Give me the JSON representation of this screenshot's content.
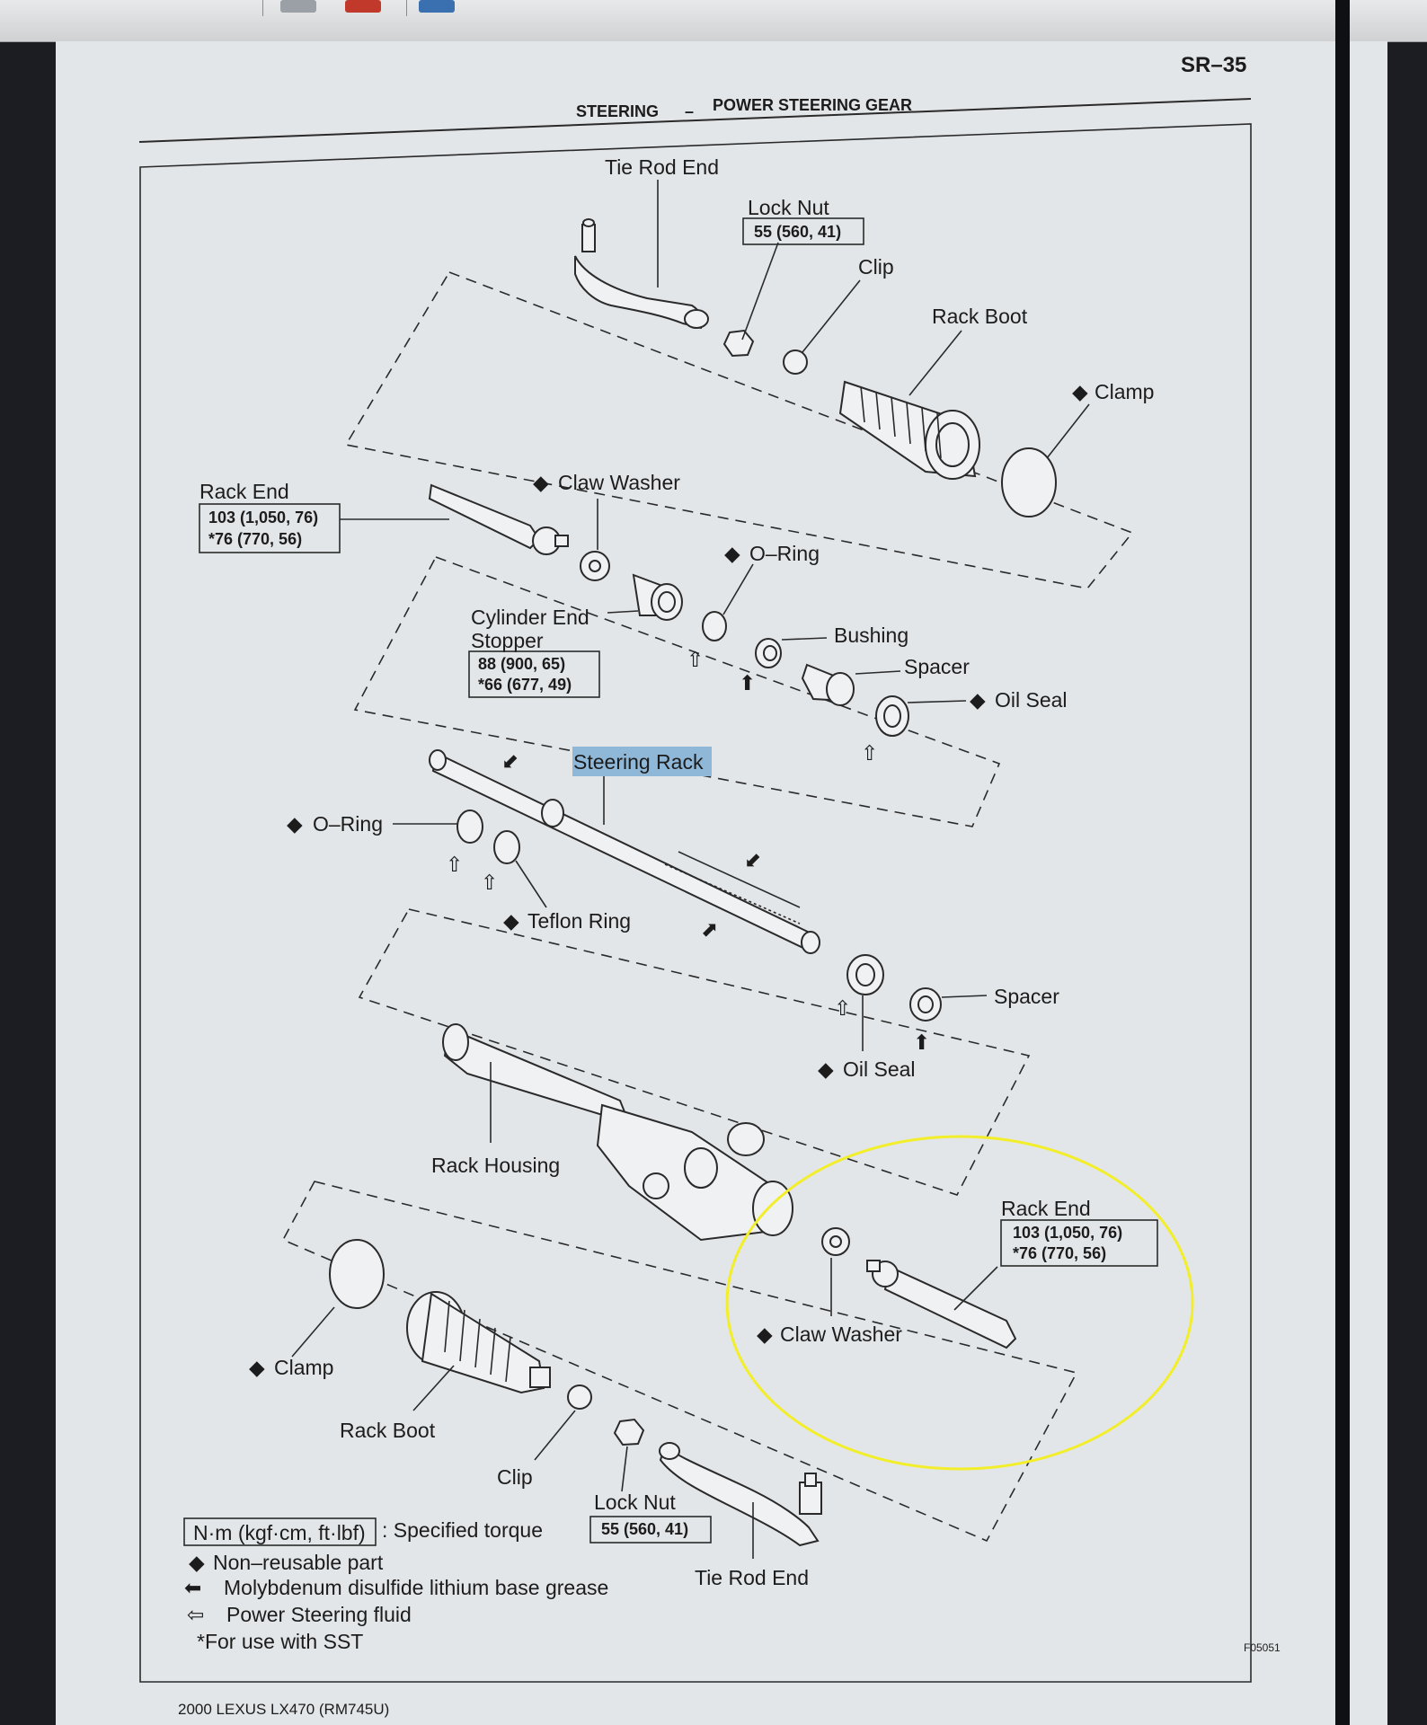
{
  "page": {
    "number": "SR–35",
    "section": "STEERING",
    "subsection": "POWER STEERING GEAR",
    "footer": "2000 LEXUS LX470   (RM745U)",
    "figure_code": "F05051"
  },
  "labels": {
    "tie_rod_end_top": "Tie Rod End",
    "lock_nut_top": "Lock Nut",
    "lock_nut_top_torque": "55 (560, 41)",
    "clip_top": "Clip",
    "rack_boot_top": "Rack Boot",
    "clamp_top": "Clamp",
    "rack_end_left": "Rack End",
    "rack_end_left_torque1": "103 (1,050, 76)",
    "rack_end_left_torque2": "*76 (770, 56)",
    "claw_washer_top": "Claw Washer",
    "o_ring_top": "O–Ring",
    "cylinder_end_stopper_1": "Cylinder End",
    "cylinder_end_stopper_2": "Stopper",
    "cylinder_end_torque1": "88 (900, 65)",
    "cylinder_end_torque2": "*66 (677, 49)",
    "bushing": "Bushing",
    "spacer_top": "Spacer",
    "oil_seal_top": "Oil Seal",
    "steering_rack": "Steering Rack",
    "o_ring_left": "O–Ring",
    "teflon_ring": "Teflon Ring",
    "spacer_mid": "Spacer",
    "oil_seal_mid": "Oil Seal",
    "rack_housing": "Rack Housing",
    "rack_end_right": "Rack End",
    "rack_end_right_torque1": "103 (1,050, 76)",
    "rack_end_right_torque2": "*76 (770, 56)",
    "claw_washer_bottom": "Claw Washer",
    "clamp_bottom": "Clamp",
    "rack_boot_bottom": "Rack Boot",
    "clip_bottom": "Clip",
    "lock_nut_bottom": "Lock Nut",
    "lock_nut_bottom_torque": "55 (560, 41)",
    "tie_rod_end_bottom": "Tie Rod End"
  },
  "legend": {
    "torque_units": "N·m (kgf·cm, ft·lbf)",
    "torque_desc": ": Specified torque",
    "non_reusable": "Non–reusable part",
    "grease": "Molybdenum disulfide lithium base grease",
    "fluid": "Power Steering fluid",
    "sst": "*For use with SST"
  },
  "colors": {
    "highlight_circle": "#f2ee2a",
    "steering_rack_highlight": "#8fb8d8",
    "page_background": "#e3e6e9"
  }
}
